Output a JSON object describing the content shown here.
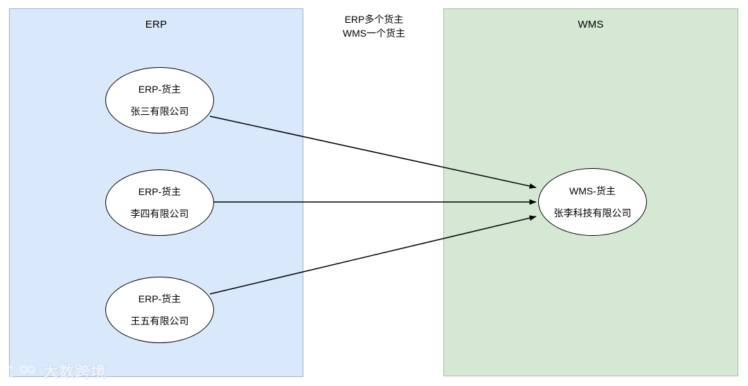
{
  "diagram": {
    "background_color": "#ffffff",
    "containers": [
      {
        "id": "erp",
        "title": "ERP",
        "fill": "#dae8fc",
        "stroke": "#9cb2cf"
      },
      {
        "id": "wms",
        "title": "WMS",
        "fill": "#d5e8d4",
        "stroke": "#a5c2a2"
      }
    ],
    "center_note": "ERP多个货主\nWMS一个货主",
    "erp_nodes": [
      {
        "line1": "ERP-货主",
        "line2": "张三有限公司"
      },
      {
        "line1": "ERP-货主",
        "line2": "李四有限公司"
      },
      {
        "line1": "ERP-货主",
        "line2": "王五有限公司"
      }
    ],
    "wms_nodes": [
      {
        "line1": "WMS-货主",
        "line2": "张李科技有限公司"
      }
    ],
    "edges": [
      {
        "from": "erp-node-1",
        "to": "wms-node-1",
        "label": "",
        "arrow": "single"
      },
      {
        "from": "erp-node-2",
        "to": "wms-node-1",
        "label": "",
        "arrow": "single"
      },
      {
        "from": "erp-node-3",
        "to": "wms-node-1",
        "label": "",
        "arrow": "single"
      }
    ],
    "edge_color": "#000000",
    "node_fill": "#ffffff",
    "node_stroke": "#000000"
  },
  "watermark": {
    "text": "大数跨境",
    "logo": "circle-logo-icon"
  }
}
